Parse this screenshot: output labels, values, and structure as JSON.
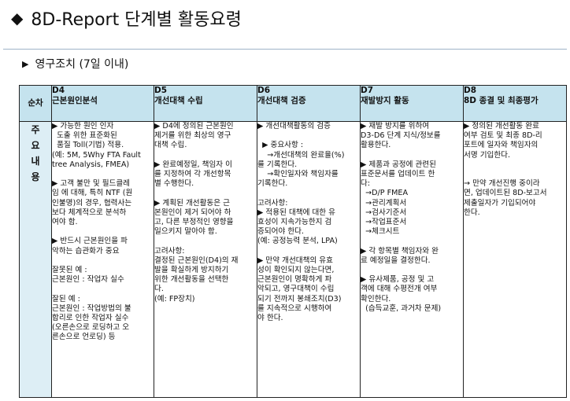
{
  "title": {
    "marker": "◆",
    "text": "8D-Report 단계별 활동요령"
  },
  "subtitle": {
    "marker": "▶",
    "text": "영구조치 (7일 이내)"
  },
  "table": {
    "corner_label": "순차",
    "side_label_chars": [
      "주",
      "요",
      "내",
      "용"
    ],
    "headers": [
      "D4\n근본원인분석",
      "D5\n개선대책 수립",
      "D6\n개선대책 검증",
      "D7\n재발방지 활동",
      "D8\n8D 종결 및 최종평가"
    ],
    "columns": [
      [
        "▶ 가능한 원인 인자",
        "  도출 위한 표준화된",
        "  품질 Toll(기법) 적용.",
        "(예: 5M, 5Why FTA Fault",
        "tree Analysis, FMEA)",
        "",
        "▶ 고객 불만 및 필드클레",
        "임 에 대해, 특히 NTF (원",
        "인불명)의 경우, 협력사는",
        "보다 체계적으로 분석하",
        "여야 함.",
        "",
        "▶ 반드시 근본원인을 파",
        "악하는 습관화가 중요",
        "",
        "잘못된 예 :",
        "근본원인 : 작업자 실수",
        "",
        "잘된 예 :",
        "근본원인 : 작업방법의 불",
        "합리로 인한 작업자 실수",
        "(오른손으로 로딩하고 오",
        "른손으로 언로딩) 등"
      ],
      [
        "▶ D4에 정의된 근본원인",
        "제거를 위한 최상의 영구",
        "대책 수립.",
        "",
        "▶ 완료예정일, 책임자 이",
        "를 지정하여 각 개선항목",
        "별 수행한다.",
        "",
        "▶ 계획된 개선활동은 근",
        "본원인이 제거 되어야 하",
        "고, 다른 부정적인 영향을",
        "일으키지 말아야 함.",
        "",
        "고려사항:",
        "결정된 근본원인(D4)의 재",
        "발을 확실하게 방지하기",
        "위한 개선활동을 선택한",
        "다.",
        "(예: FP장치)"
      ],
      [
        "▶ 개선대책활동의 검증",
        "",
        "  ▶ 중요사항 :",
        "    →개선대책의 완료율(%)",
        "를 기록한다.",
        "    →확인일자와 책임자를",
        "기록한다.",
        "",
        "고려사항:",
        "▶ 적용된 대책에 대한 유",
        "효성이 지속가능한지 검",
        "증되어야 한다.",
        "(예: 공정능력 분석, LPA)",
        "",
        "▶ 만약 개선대책의 유효",
        "성이 확인되지 않는다면,",
        "근본원인이 명확하게 파",
        "악되고, 영구대책이 수립",
        "되기 전까지 봉쇄조치(D3)",
        "를 지속적으로 시행하여",
        "야 한다."
      ],
      [
        "▶ 재발 방지를 위하여",
        "D3-D6 단계 지식/정보를",
        "활용한다.",
        "",
        "▶ 제품과 공정에 관련된",
        "표준문서를 업데이트 한",
        "다:",
        "  →D/P FMEA",
        "  →관리계획서",
        "  →검사기준서",
        "  →작업표준서",
        "  →체크시트",
        "",
        "▶ 각 항목별 책임자와 완",
        "료 예정일을 결정한다.",
        "",
        "▶ 유사제품, 공정 및 고",
        "객에 대해 수평전개 여부",
        "확인한다.",
        "  (습득교훈, 과거차 문제)"
      ],
      [
        "▶ 정의된 개선활동 완료",
        "여부 검토 및 최종 8D-리",
        "포트에 일자와 책임자의",
        "서명 기입한다.",
        "",
        "",
        "→ 만약 개선진행 중이라",
        "면, 업데이트된 8D-보고서",
        "제출일자가 기입되어야",
        "한다."
      ]
    ]
  }
}
